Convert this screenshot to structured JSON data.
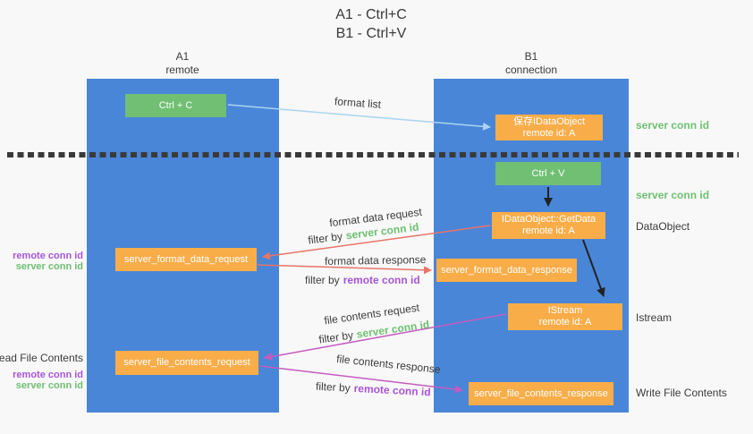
{
  "title": {
    "line1": "A1 - Ctrl+C",
    "line2": "B1 - Ctrl+V"
  },
  "lanes": {
    "left": {
      "line1": "A1",
      "line2": "remote"
    },
    "right": {
      "line1": "B1",
      "line2": "connection"
    }
  },
  "nodes": {
    "ctrl_c": {
      "label": "Ctrl + C"
    },
    "save_dataobject": {
      "line1": "保存IDataObject",
      "line2": "remote id: A"
    },
    "ctrl_v": {
      "label": "Ctrl + V"
    },
    "getdata": {
      "line1": "IDataObject::GetData",
      "line2": "remote id: A"
    },
    "format_request": {
      "label": "server_format_data_request"
    },
    "format_response": {
      "label": "server_format_data_response"
    },
    "istream": {
      "line1": "IStream",
      "line2": "remote id: A"
    },
    "file_request": {
      "label": "server_file_contents_request"
    },
    "file_response": {
      "label": "server_file_contents_response"
    }
  },
  "flow_labels": {
    "format_list": "format list",
    "format_data_request": "format data request",
    "format_data_response": "format data response",
    "file_contents_request": "file contents request",
    "file_contents_response": "file contents response",
    "filter_by": "filter by",
    "server_conn_id": "server conn id",
    "remote_conn_id": "remote conn id"
  },
  "side_labels": {
    "server_conn_id_right_top": "server conn id",
    "server_conn_id_right_mid": "server conn id",
    "dataobject": "DataObject",
    "istream": "Istream",
    "write_file_contents": "Write File Contents",
    "remote_conn_id_left_1": "remote conn id",
    "server_conn_id_left_1": "server conn id",
    "read_file_contents": "Read File Contents",
    "remote_conn_id_left_2": "remote conn id",
    "server_conn_id_left_2": "server conn id"
  },
  "colors": {
    "background": "#f8f8f8",
    "lane_blue": "#4a86d8",
    "node_green": "#70bf73",
    "node_orange": "#f9ad49",
    "arrow_red": "#e97468",
    "arrow_magenta": "#c45cc0",
    "arrow_lightblue": "#aad4f0",
    "arrow_black": "#222222",
    "text_green": "#6fbf72",
    "text_purple": "#a855d6",
    "text_dark": "#3b3b3b"
  }
}
